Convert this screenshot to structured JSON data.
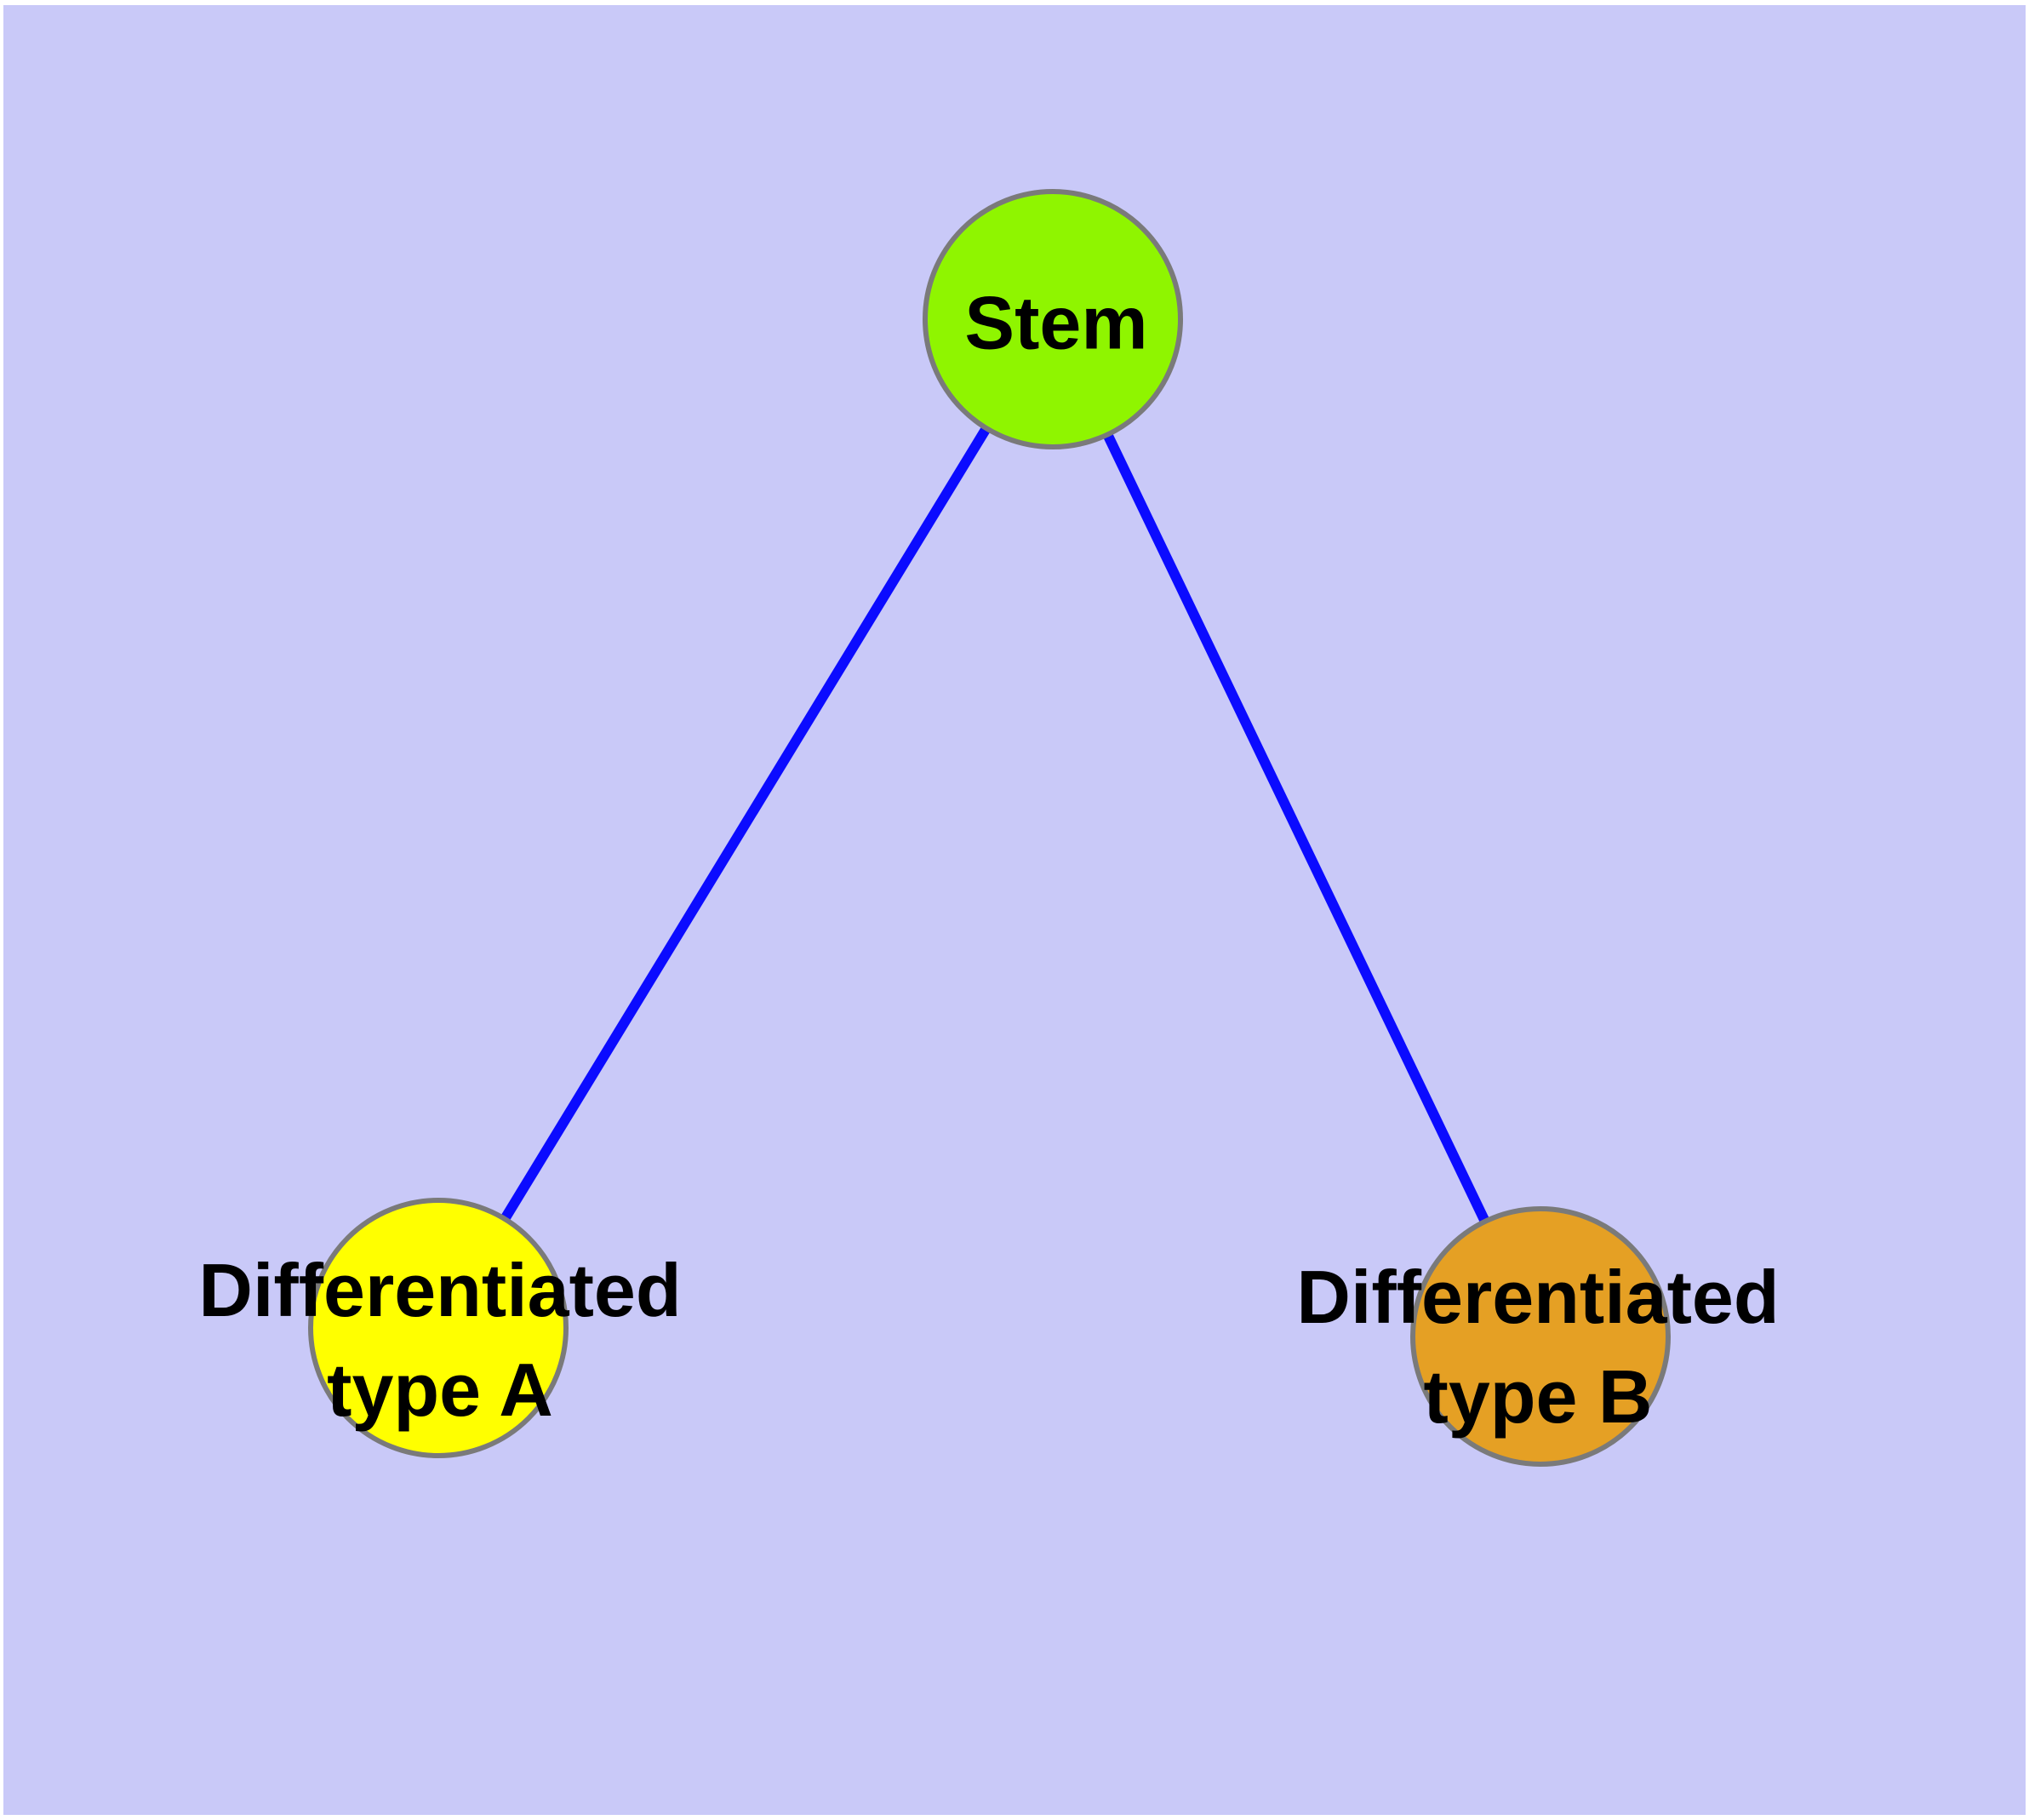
{
  "canvas": {
    "background_color": "#c9c9f8",
    "frame_color": "#ffffff"
  },
  "graph": {
    "nodes": [
      {
        "id": "stem",
        "label": "Stem",
        "fill": "#8ff500"
      },
      {
        "id": "differentiated-a",
        "label_line1": "Differentiated",
        "label_line2": "type A",
        "fill": "#ffff00"
      },
      {
        "id": "differentiated-b",
        "label_line1": "Differentiated",
        "label_line2": "type B",
        "fill": "#e5a024"
      }
    ],
    "edges": [
      {
        "from": "Stem",
        "to": "Differentiated type A"
      },
      {
        "from": "Stem",
        "to": "Differentiated type B"
      }
    ],
    "styles": {
      "edge_color": "#0b0bff",
      "node_border_color": "#7a7a7a",
      "label_color": "#000000"
    }
  }
}
